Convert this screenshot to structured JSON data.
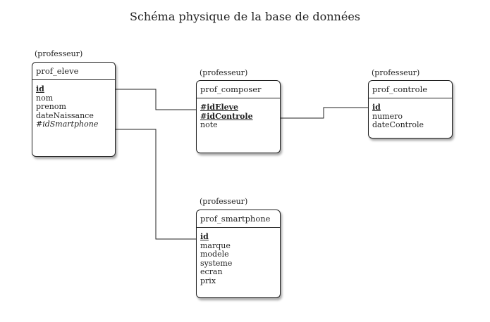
{
  "title": "Schéma physique de la base de données",
  "entities": [
    {
      "schema": "(professeur)",
      "name": "prof_eleve",
      "fields": [
        "id",
        "nom",
        "prenom",
        "dateNaissance",
        "#idSmartphone"
      ],
      "field_types": [
        "pk",
        "",
        "",
        "",
        "fk"
      ]
    },
    {
      "schema": "(professeur)",
      "name": "prof_composer",
      "fields": [
        "#idEleve",
        "#idControle",
        "note"
      ],
      "field_types": [
        "pk",
        "pk",
        ""
      ]
    },
    {
      "schema": "(professeur)",
      "name": "prof_controle",
      "fields": [
        "id",
        "numero",
        "dateControle"
      ],
      "field_types": [
        "pk",
        "",
        ""
      ]
    },
    {
      "schema": "(professeur)",
      "name": "prof_smartphone",
      "fields": [
        "id",
        "marque",
        "modele",
        "systeme",
        "ecran",
        "prix"
      ],
      "field_types": [
        "pk",
        "",
        "",
        "",
        "",
        ""
      ]
    }
  ]
}
